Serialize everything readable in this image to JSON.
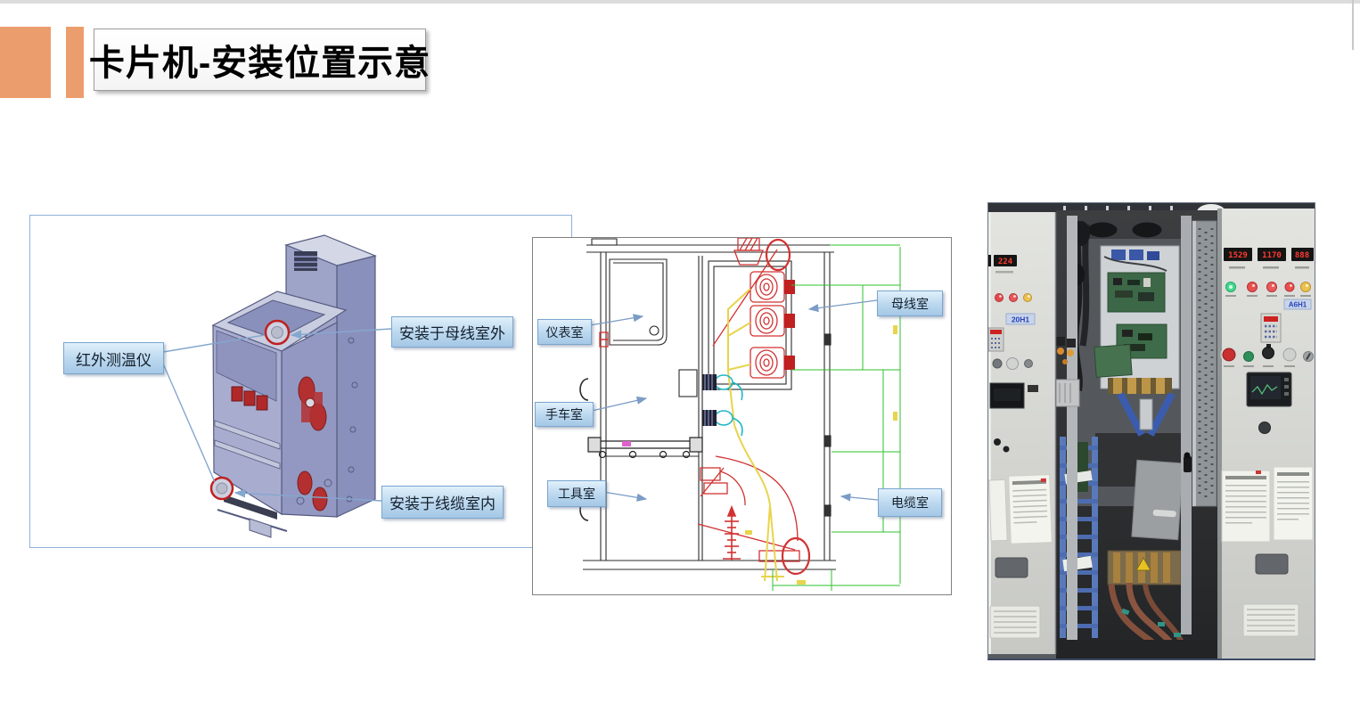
{
  "slide": {
    "title": "卡片机-安装位置示意"
  },
  "left_diagram": {
    "description": "3d-cabinet-install-positions",
    "labels": {
      "sensor": "红外测温仪",
      "install_busbar": "安装于母线室外",
      "install_cable": "安装于线缆室内"
    }
  },
  "middle_diagram": {
    "description": "cad-side-section-view",
    "labels": {
      "instrument_room": "仪表室",
      "handcart_room": "手车室",
      "tool_room": "工具室",
      "busbar_room": "母线室",
      "cable_room": "电缆室"
    }
  },
  "photo": {
    "description": "site-photo-switchgear-panels",
    "left_panel": {
      "tag": "20H1",
      "display_value": "224"
    },
    "right_panel": {
      "tag": "A6H1",
      "display_values": [
        "1529",
        "1170",
        "888"
      ]
    }
  },
  "colors": {
    "accent_orange": "#EC9D6D",
    "label_fill": "#BAD7EE",
    "label_border": "#7BA6CF",
    "diagram_border_blue": "#8FAFD9",
    "cad_red": "#D23232",
    "cad_green": "#2EC22E",
    "cad_yellow": "#E8D44D",
    "cabinet_lavender": "#A8ADD0"
  }
}
